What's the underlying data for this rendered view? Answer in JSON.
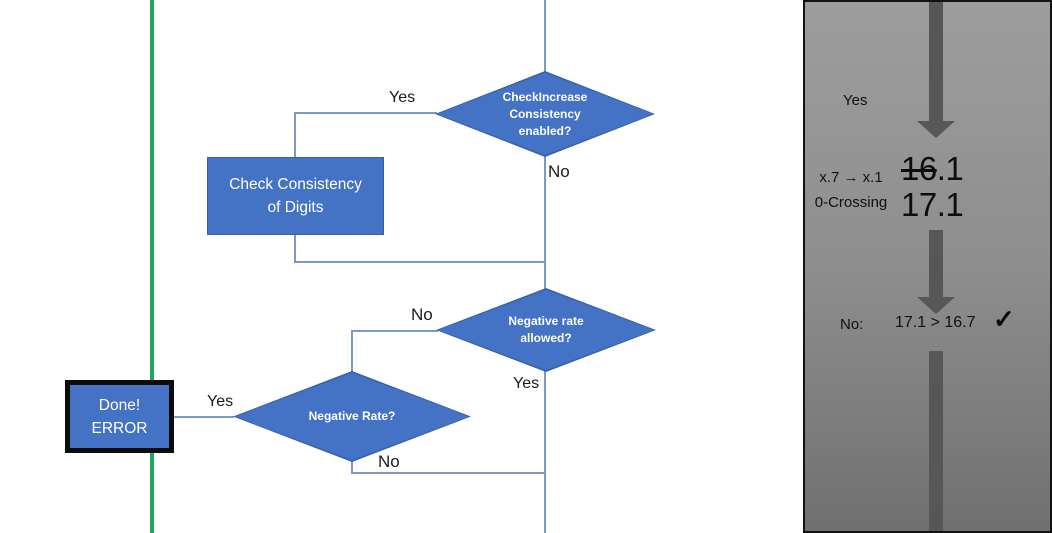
{
  "colors": {
    "accent_blue": "#4472C4",
    "green_line": "#1EA85E",
    "arrow_gray": "#575757",
    "connector_blue": "#7B98CC"
  },
  "flowchart": {
    "check_increase_diamond": "CheckIncrease\nConsistency\nenabled?",
    "check_increase_yes": "Yes",
    "check_increase_no": "No",
    "check_consistency_box": "Check Consistency\nof Digits",
    "negative_rate_allowed_diamond": "Negative rate\nallowed?",
    "negative_rate_allowed_no": "No",
    "negative_rate_allowed_yes": "Yes",
    "negative_rate_diamond": "Negative Rate?",
    "negative_rate_yes": "Yes",
    "negative_rate_no": "No",
    "done_error_box": "Done!\nERROR"
  },
  "side_panel": {
    "yes_label": "Yes",
    "transition_line1": "x.7 → x.1",
    "transition_line2": "0-Crossing",
    "old_value_struck": "16",
    "old_value_rest": ".1",
    "new_value": "17.1",
    "no_label": "No:",
    "comparison": "17.1 > 16.7",
    "checkmark": "✓"
  }
}
